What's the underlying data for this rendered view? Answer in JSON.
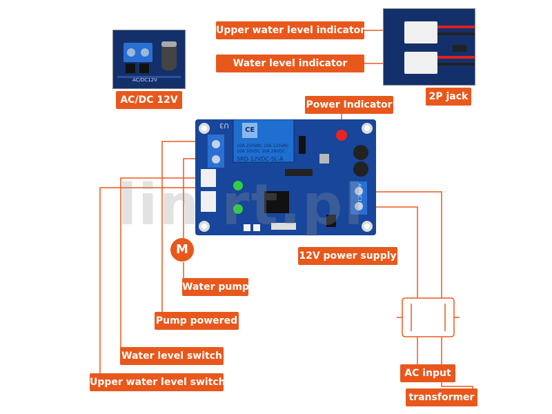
{
  "labels": {
    "ac_dc": "AC/DC 12V",
    "upper_indicator": "Upper water level indicator",
    "level_indicator": "Water level indicator",
    "jack": "2P jack",
    "power_indicator": "Power Indicator",
    "power_supply": "12V power supply",
    "water_pump": "Water pump",
    "pump_powered": "Pump powered",
    "level_switch": "Water level switch",
    "upper_switch": "Upper water level switch",
    "ac_input": "AC input",
    "transformer": "transformer"
  },
  "board": {
    "corner_label": "U3",
    "relay_brand": "SRD-12VDC-SL-A",
    "relay_rating_1": "10A 250VAC  10A 125VAC",
    "relay_rating_2": "10A 30VDC  10A 28VDC",
    "relay_logo": "CE",
    "terminal_label": "AC/DC12V",
    "inset_label": "AC/DC12V"
  },
  "motor": {
    "symbol": "M"
  },
  "watermark": {
    "text": "lin  rt.pl"
  },
  "colors": {
    "accent": "#e8581c",
    "board": "#17469a",
    "board_dark": "#0f2f6b",
    "terminal": "#2a6fd4",
    "relay": "#1e6fd0",
    "led_green": "#33cc44",
    "led_red": "#ee2222"
  }
}
